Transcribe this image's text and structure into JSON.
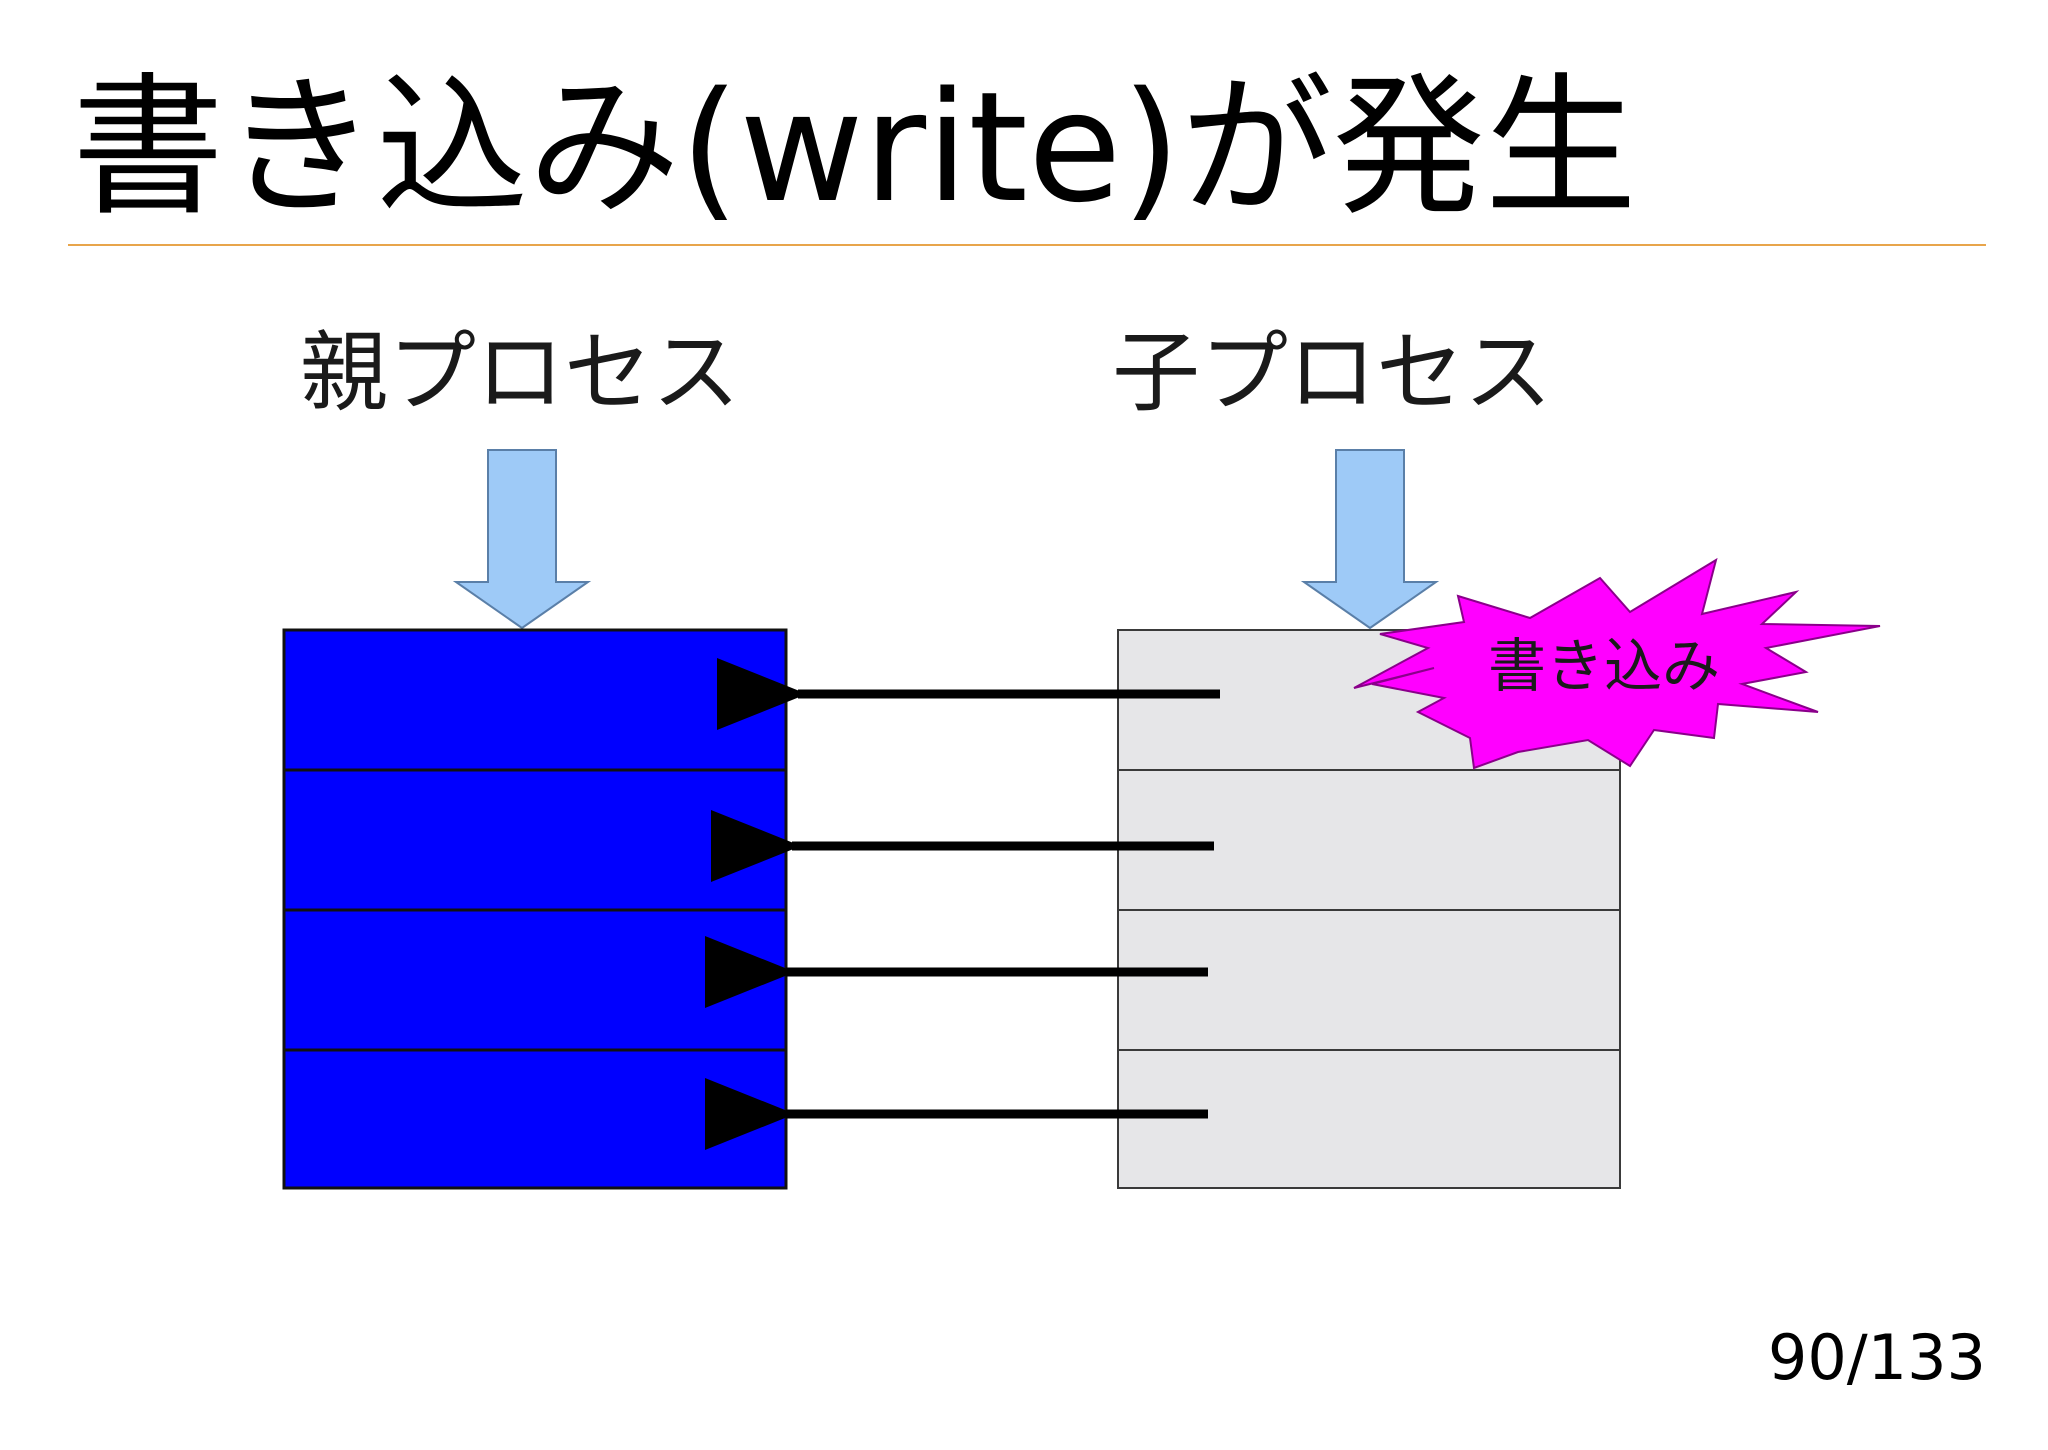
{
  "slide": {
    "title": "書き込み(write)が発生",
    "page_number": "90/133"
  },
  "diagram": {
    "parent_label": "親プロセス",
    "child_label": "子プロセス",
    "write_burst_label": "書き込み",
    "parent_page_count": 4,
    "child_page_count": 4,
    "colors": {
      "parent_pages": "#0000ff",
      "child_pages": "#e6e6e8",
      "pointer_arrows": "#9ecaf7",
      "write_burst": "#ff00ff",
      "title_rule": "#e8a54b",
      "reference_arrows": "#000000"
    },
    "icons": {
      "pointer": "down-arrow-icon",
      "write": "starburst-icon"
    }
  }
}
